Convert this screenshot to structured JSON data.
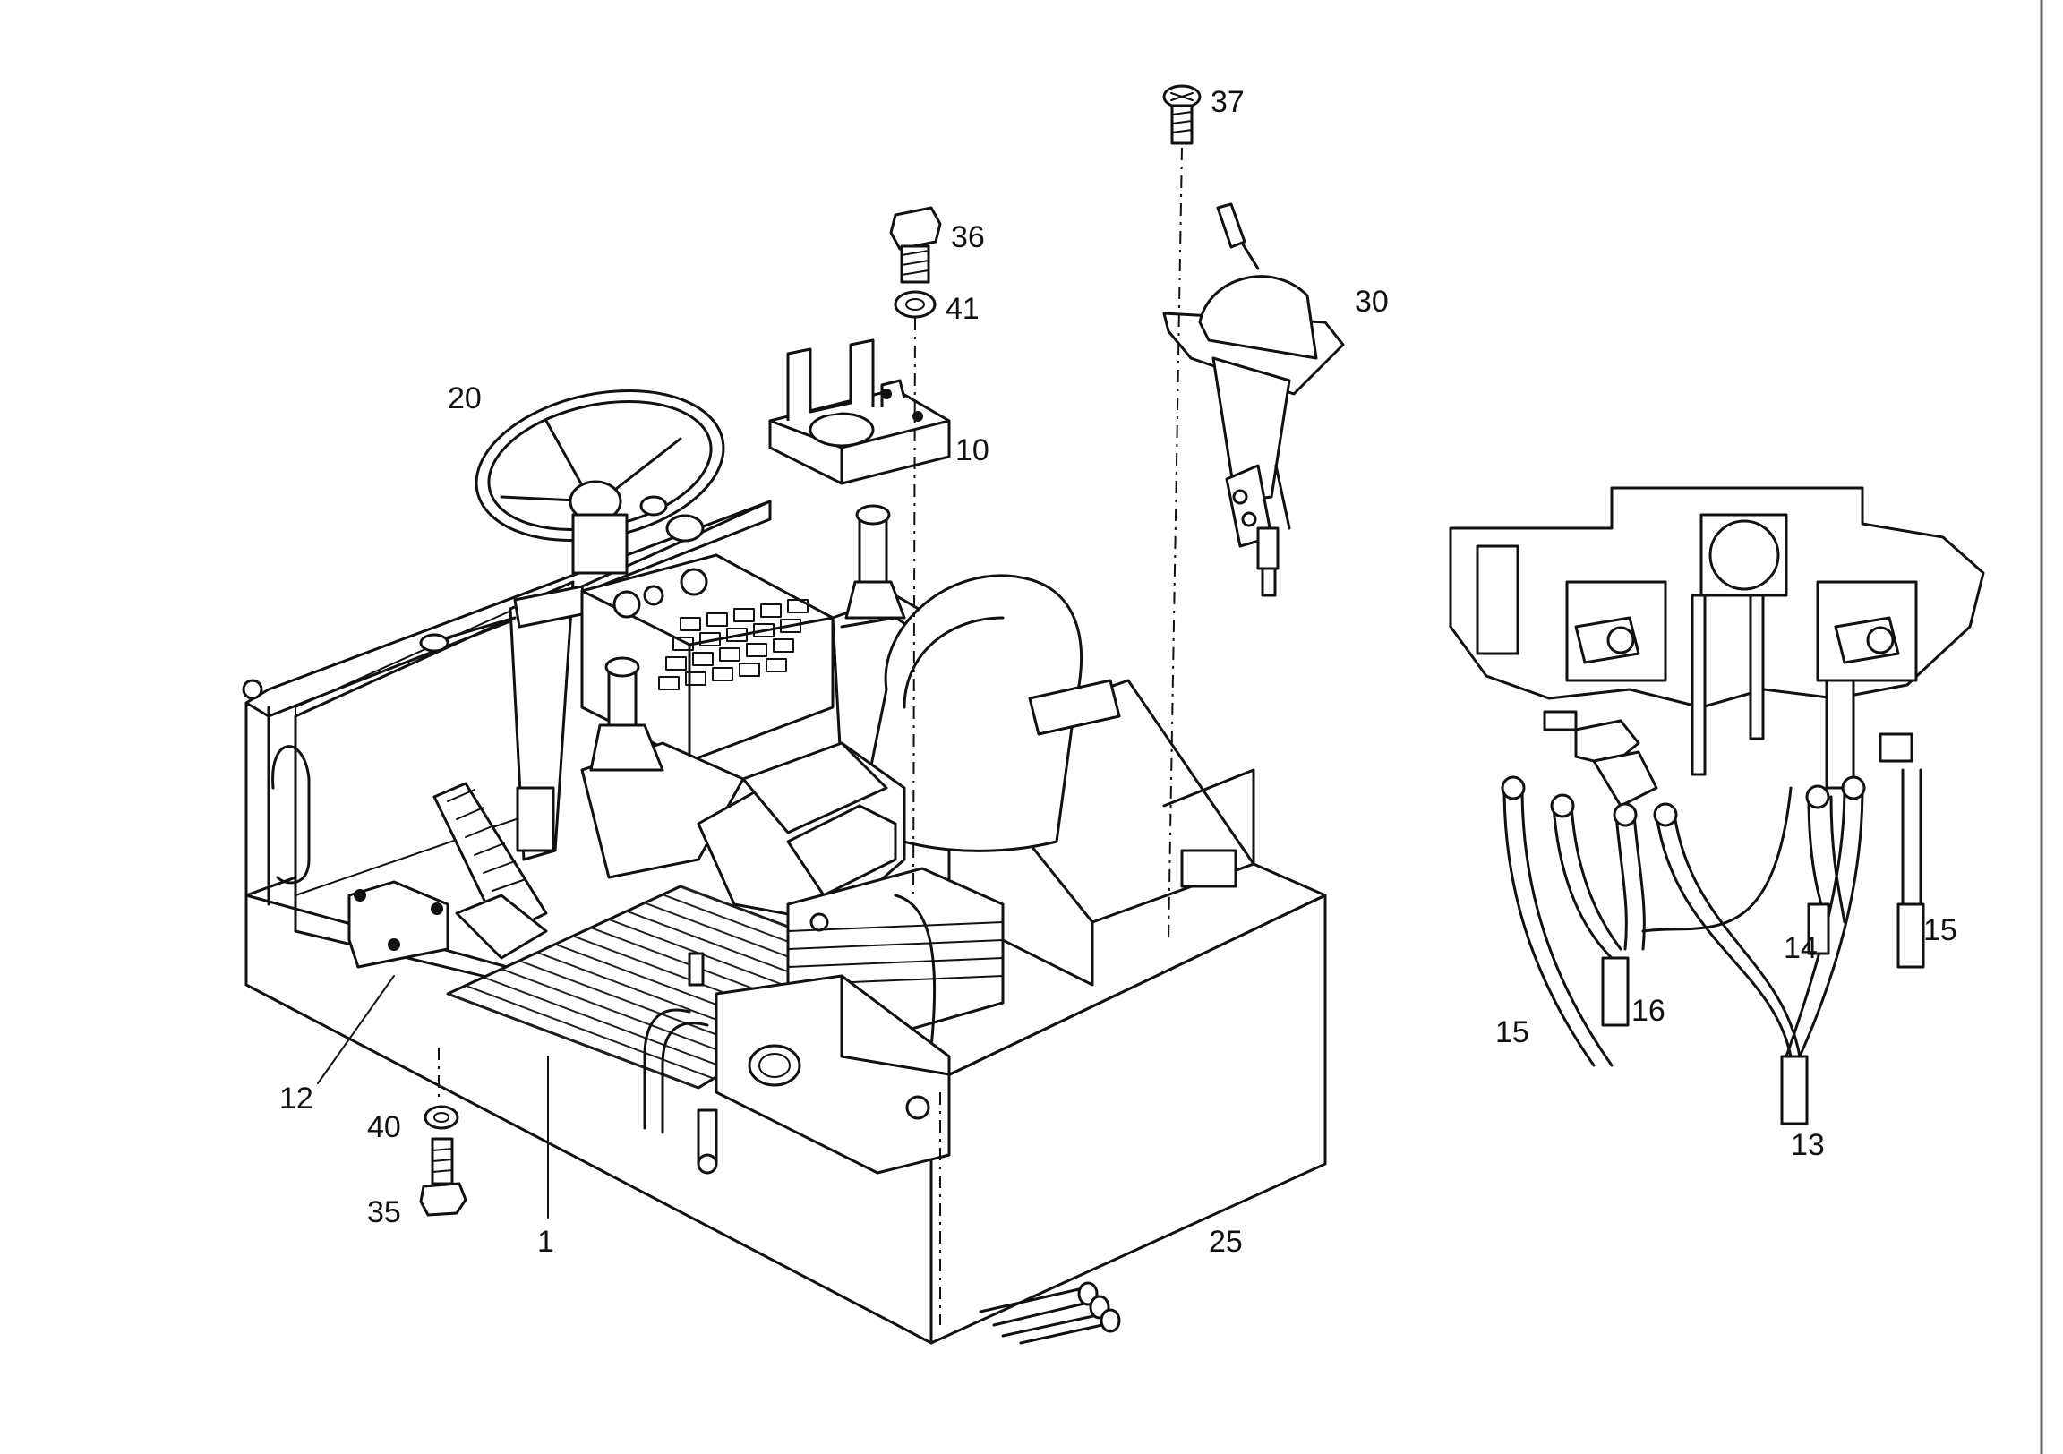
{
  "callouts": [
    {
      "id": "c1",
      "text": "1"
    },
    {
      "id": "c10",
      "text": "10"
    },
    {
      "id": "c12",
      "text": "12"
    },
    {
      "id": "c13",
      "text": "13"
    },
    {
      "id": "c14",
      "text": "14"
    },
    {
      "id": "c15a",
      "text": "15"
    },
    {
      "id": "c15b",
      "text": "15"
    },
    {
      "id": "c16",
      "text": "16"
    },
    {
      "id": "c20",
      "text": "20"
    },
    {
      "id": "c25",
      "text": "25"
    },
    {
      "id": "c30",
      "text": "30"
    },
    {
      "id": "c35",
      "text": "35"
    },
    {
      "id": "c36",
      "text": "36"
    },
    {
      "id": "c37",
      "text": "37"
    },
    {
      "id": "c40",
      "text": "40"
    },
    {
      "id": "c41",
      "text": "41"
    }
  ]
}
